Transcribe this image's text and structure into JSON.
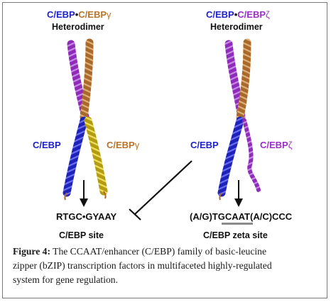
{
  "left_panel": {
    "title_a": "C/EBP",
    "title_dot": "•",
    "title_b": "C/EBP",
    "title_b_greek": "γ",
    "subtitle": "Heterodimer",
    "label_left": "C/EBP",
    "label_right": "C/EBP",
    "label_right_greek": "γ",
    "sequence": "RTGC•GYAAY",
    "site_label": "C/EBP site"
  },
  "right_panel": {
    "title_a": "C/EBP",
    "title_dot": "•",
    "title_b": "C/EBP",
    "title_b_greek": "ζ",
    "subtitle": "Heterodimer",
    "label_left": "C/EBP",
    "label_right": "C/EBP",
    "label_right_greek": "ζ",
    "sequence_prefix": "(A/G)T",
    "sequence_core": "GCAAT",
    "sequence_suffix": "(A/C)CCC",
    "site_label": "C/EBP zeta  site"
  },
  "caption": {
    "figure_label": "Figure 4:",
    "line1": " The CCAAT/enhancer (C/EBP) family of basic-leucine",
    "line2": "zipper (bZIP) transcription factors in multifaceted highly-regulated",
    "line3": "system for gene regulation."
  },
  "colors": {
    "blue": "#1f22c8",
    "tan": "#b8742a",
    "purple": "#9a2fc8",
    "magenta_helix": "#8e2bb8",
    "yellow_helix": "#c9b21c",
    "brown_helix": "#a8692a"
  }
}
